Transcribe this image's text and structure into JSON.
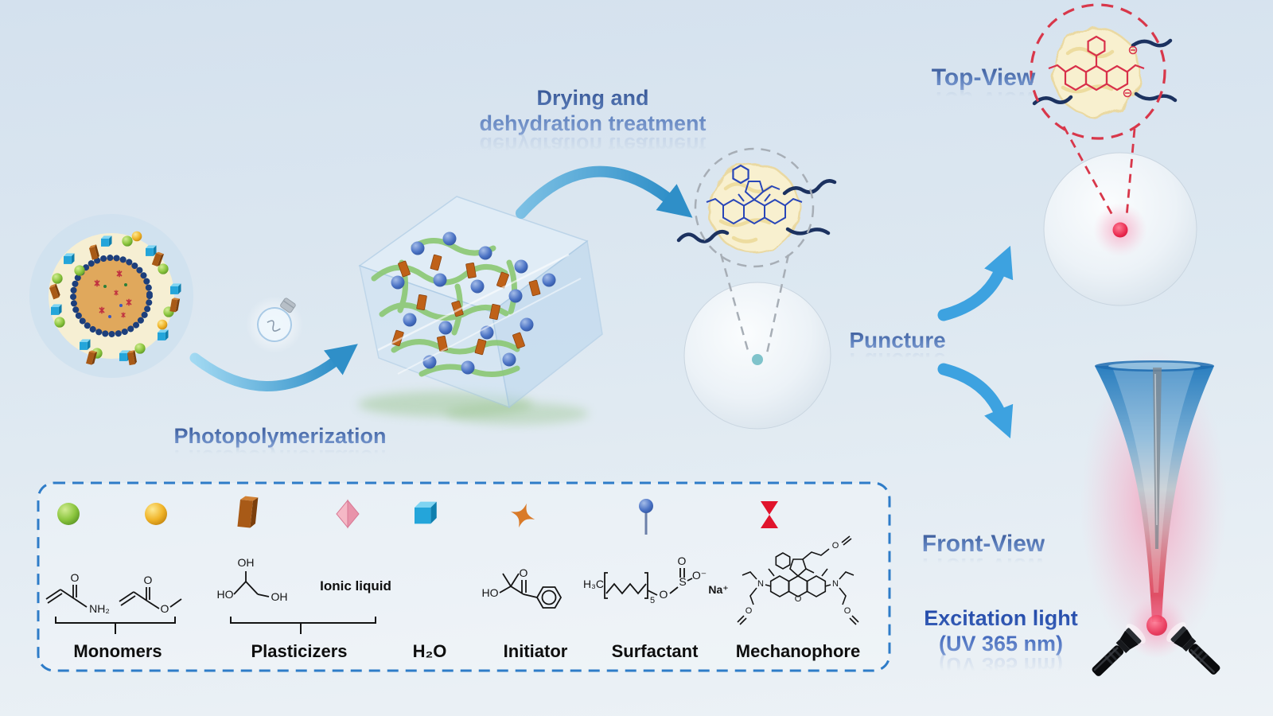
{
  "figure": {
    "photopolymerization": "Photopolymerization",
    "drying_line1": "Drying and",
    "drying_line2": "dehydration treatment",
    "puncture": "Puncture",
    "top_view": "Top-View",
    "front_view": "Front-View",
    "excitation_line1": "Excitation light",
    "excitation_line2": "(UV 365 nm)"
  },
  "legend": {
    "monomers": "Monomers",
    "plasticizers": "Plasticizers",
    "water": "H₂O",
    "initiator": "Initiator",
    "surfactant": "Surfactant",
    "mechanophore": "Mechanophore",
    "ionic_liquid": "Ionic liquid",
    "icons": [
      "green-sphere",
      "yellow-sphere",
      "brown-slab",
      "pink-diamond",
      "blue-cube",
      "orange-sparkle",
      "blue-pin",
      "red-bowtie"
    ]
  },
  "atoms": {
    "o": "O",
    "nh2": "NH₂",
    "ho": "HO",
    "oh": "OH",
    "h3c": "H₃C",
    "n": "N",
    "s": "S",
    "o_minus": "O⁻",
    "na_plus": "Na⁺",
    "sub5": "5"
  },
  "colors": {
    "label_blue": "#44619f",
    "excitation_blue": "#2b55b2",
    "legend_border": "#2e7cc8",
    "accent_red": "#d8374a",
    "arrow_blue": "#3da2e0"
  }
}
